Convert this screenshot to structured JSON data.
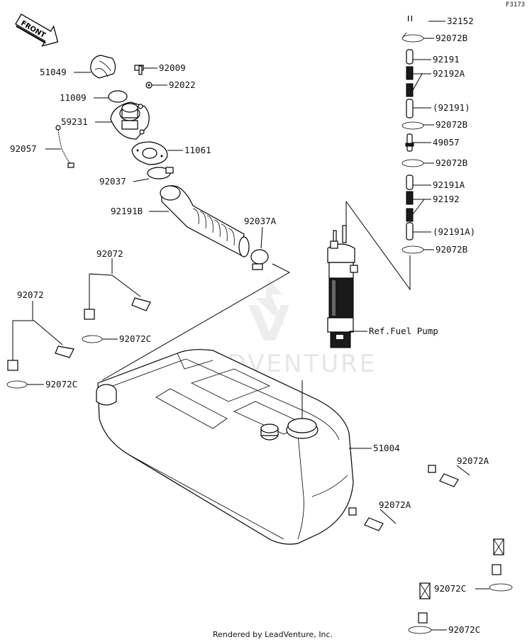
{
  "figure_code": "F3173",
  "front_label": "FRONT",
  "watermark": "LEADVENTURE",
  "ref_label": "Ref.Fuel Pump",
  "footer": "Rendered by LeadVenture, Inc.",
  "labels": {
    "p32152": "32152",
    "p92072B_1": "92072B",
    "p92191": "92191",
    "p92192A": "92192A",
    "p92191_paren": "(92191)",
    "p92072B_2": "92072B",
    "p49057": "49057",
    "p92072B_3": "92072B",
    "p92191A": "92191A",
    "p92192": "92192",
    "p92191A_paren": "(92191A)",
    "p92072B_4": "92072B",
    "p51049": "51049",
    "p92009": "92009",
    "p92022": "92022",
    "p11009": "11009",
    "p59231": "59231",
    "p92057": "92057",
    "p11061": "11061",
    "p92037": "92037",
    "p92191B": "92191B",
    "p92037A": "92037A",
    "p92072_1": "92072",
    "p92072_2": "92072",
    "p92072C_1": "92072C",
    "p92072C_2": "92072C",
    "p51004": "51004",
    "p92072A_1": "92072A",
    "p92072A_2": "92072A",
    "p92072C_3": "92072C",
    "p92072C_4": "92072C"
  }
}
